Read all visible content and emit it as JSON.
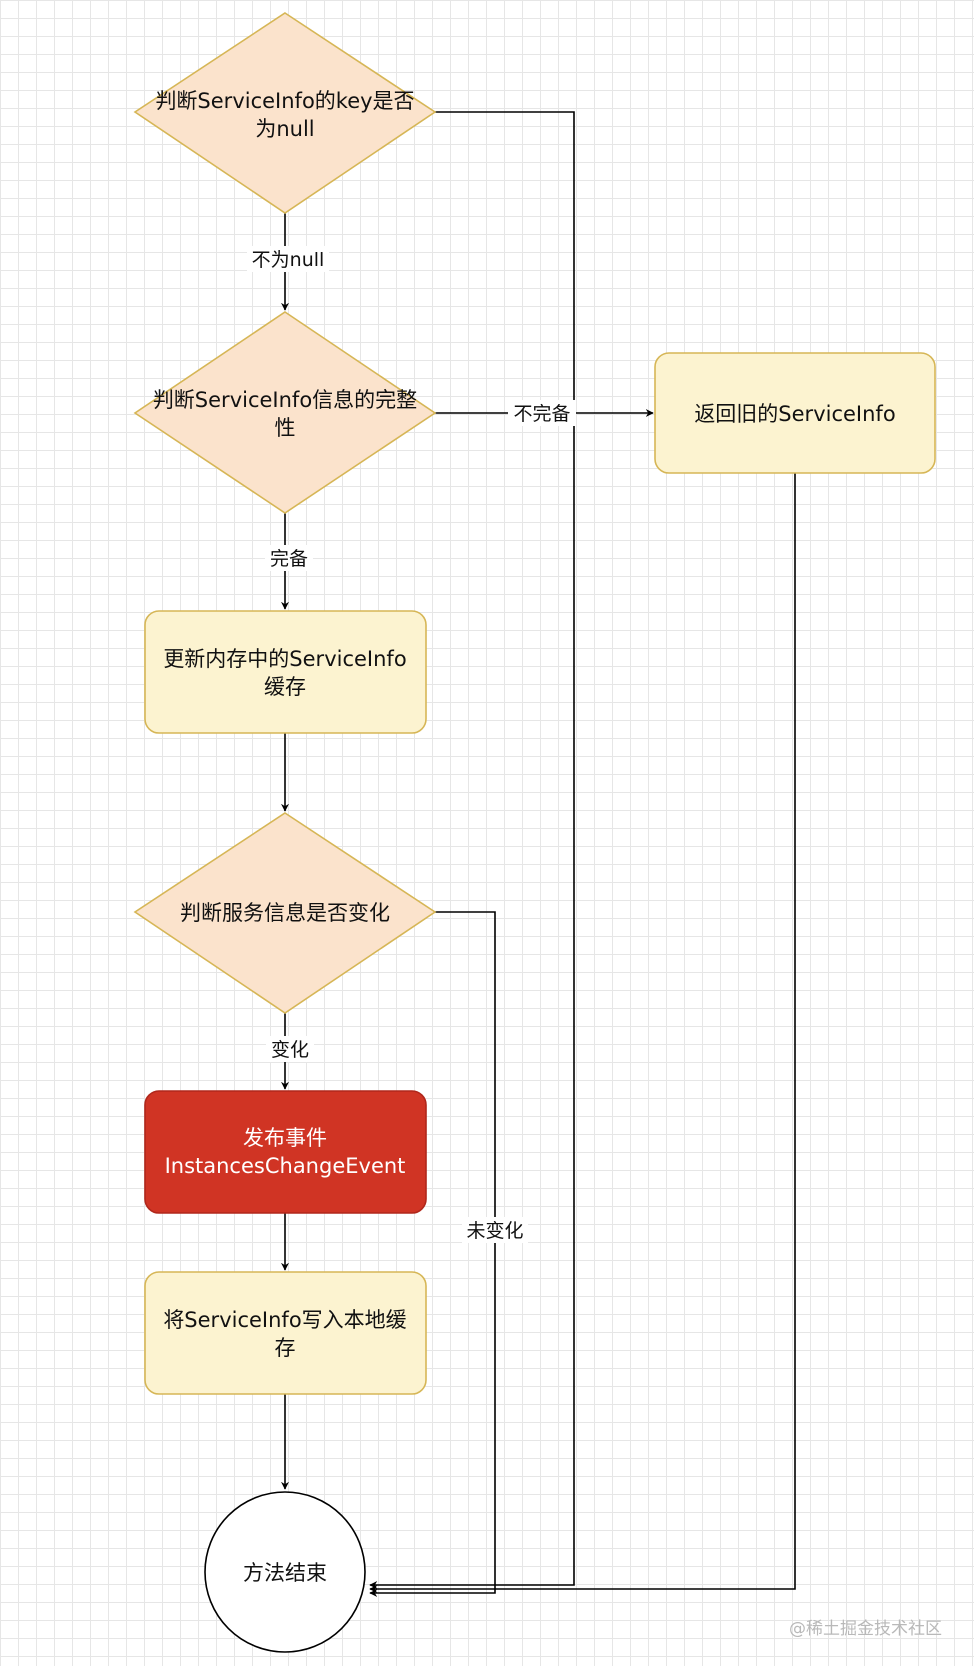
{
  "nodes": {
    "check_key": {
      "type": "decision",
      "lines": [
        "判断ServiceInfo的key是否",
        "为null"
      ]
    },
    "check_complete": {
      "type": "decision",
      "lines": [
        "判断ServiceInfo信息的完整",
        "性"
      ]
    },
    "update_cache": {
      "type": "process",
      "lines": [
        "更新内存中的ServiceInfo",
        "缓存"
      ]
    },
    "check_changed": {
      "type": "decision",
      "lines": [
        "判断服务信息是否变化"
      ]
    },
    "publish_event": {
      "type": "process",
      "lines": [
        "发布事件",
        "InstancesChangeEvent"
      ]
    },
    "write_local": {
      "type": "process",
      "lines": [
        "将ServiceInfo写入本地缓",
        "存"
      ]
    },
    "return_old": {
      "type": "process",
      "lines": [
        "返回旧的ServiceInfo"
      ]
    },
    "end": {
      "type": "terminal",
      "lines": [
        "方法结束"
      ]
    }
  },
  "edges": {
    "not_null": "不为null",
    "incomplete": "不完备",
    "complete": "完备",
    "changed": "变化",
    "unchanged": "未变化"
  },
  "colors": {
    "decision_fill": "#fbe3cc",
    "decision_stroke": "#d6b656",
    "process_fill": "#fcf3d0",
    "process_stroke": "#d6b656",
    "highlight_fill": "#d03424",
    "highlight_stroke": "#b0271b",
    "highlight_text": "#ffffff",
    "terminal_fill": "#ffffff",
    "line": "#000000"
  },
  "watermark": "@稀土掘金技术社区"
}
